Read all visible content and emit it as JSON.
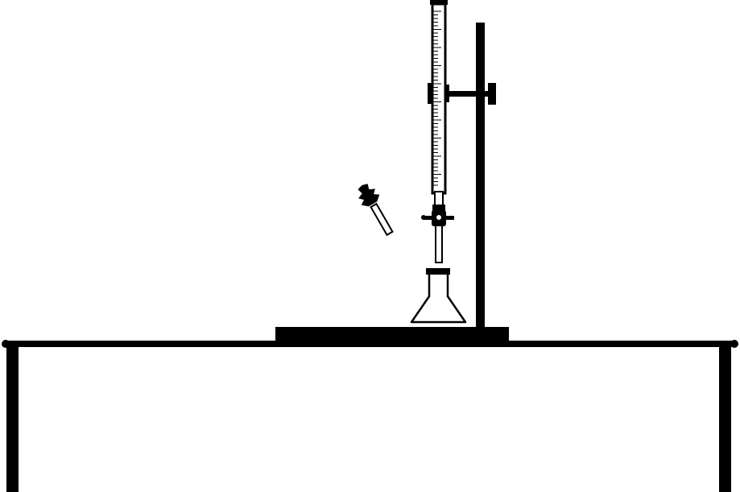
{
  "diagram": {
    "colors": {
      "ink": "#000000",
      "background": "#ffffff"
    },
    "objects": [
      "table",
      "stand-base",
      "stand-rod",
      "burette-clamp",
      "burette",
      "burette-stopcock",
      "conical-flask",
      "dropper-pipette"
    ]
  }
}
